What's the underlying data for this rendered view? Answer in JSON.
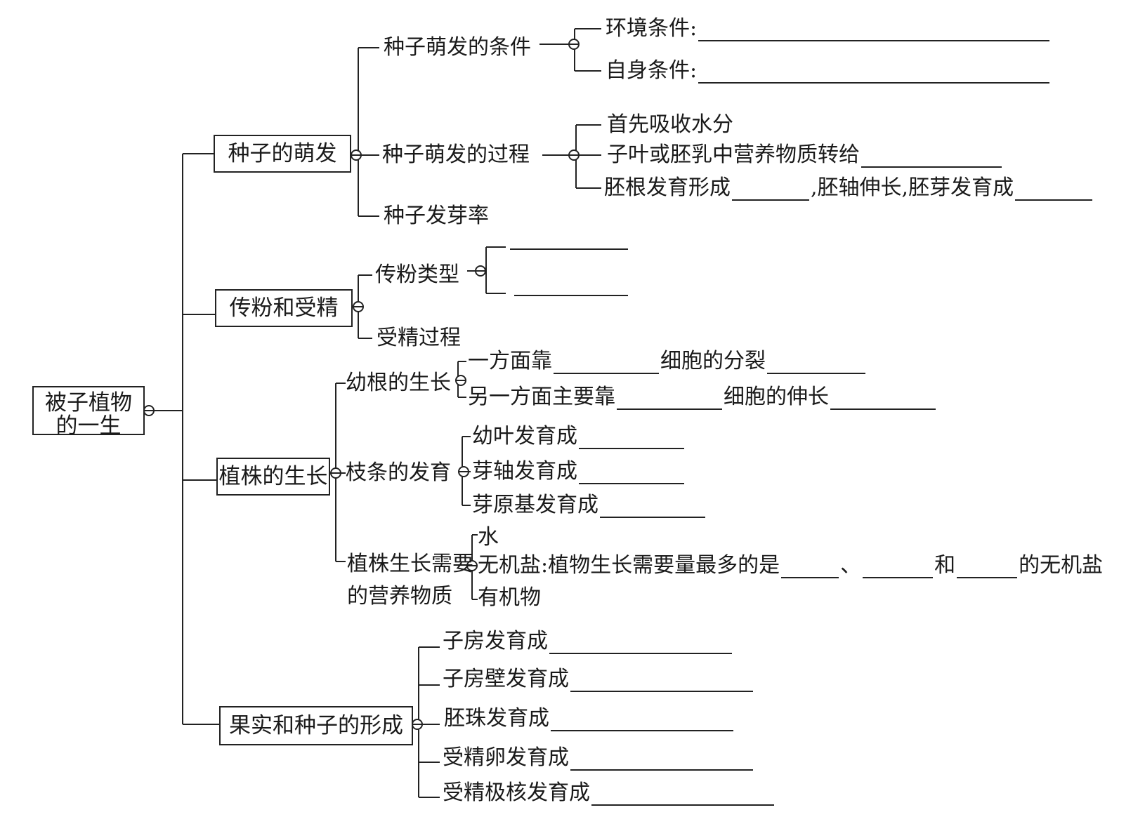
{
  "root": {
    "line1": "被子植物",
    "line2": "的一生"
  },
  "sections": {
    "germination": {
      "title": "种子的萌发",
      "conditions": {
        "label": "种子萌发的条件",
        "env": "环境条件:",
        "self": "自身条件:"
      },
      "process": {
        "label": "种子萌发的过程",
        "step1": "首先吸收水分",
        "step2": "子叶或胚乳中营养物质转给",
        "step3a": "胚根发育形成",
        "step3b": ",胚轴伸长,胚芽发育成"
      },
      "rate": "种子发芽率"
    },
    "pollination": {
      "title": "传粉和受精",
      "types": "传粉类型",
      "fertilization": "受精过程"
    },
    "growth": {
      "title": "植株的生长",
      "root": {
        "label": "幼根的生长",
        "a1": "一方面靠",
        "a2": "细胞的分裂",
        "b1": "另一方面主要靠",
        "b2": "细胞的伸长"
      },
      "shoot": {
        "label": "枝条的发育",
        "leaf": "幼叶发育成",
        "stem": "芽轴发育成",
        "bud": "芽原基发育成"
      },
      "nutrients": {
        "label1": "植株生长需要",
        "label2": "的营养物质",
        "water": "水",
        "mineral_a": "无机盐:植物生长需要量最多的是",
        "sep1": "、",
        "sep2": "和",
        "mineral_b": "的无机盐",
        "organic": "有机物"
      }
    },
    "fruit": {
      "title": "果实和种子的形成",
      "ovary": "子房发育成",
      "wall": "子房壁发育成",
      "ovule": "胚珠发育成",
      "egg": "受精卵发育成",
      "polar": "受精极核发育成"
    }
  }
}
